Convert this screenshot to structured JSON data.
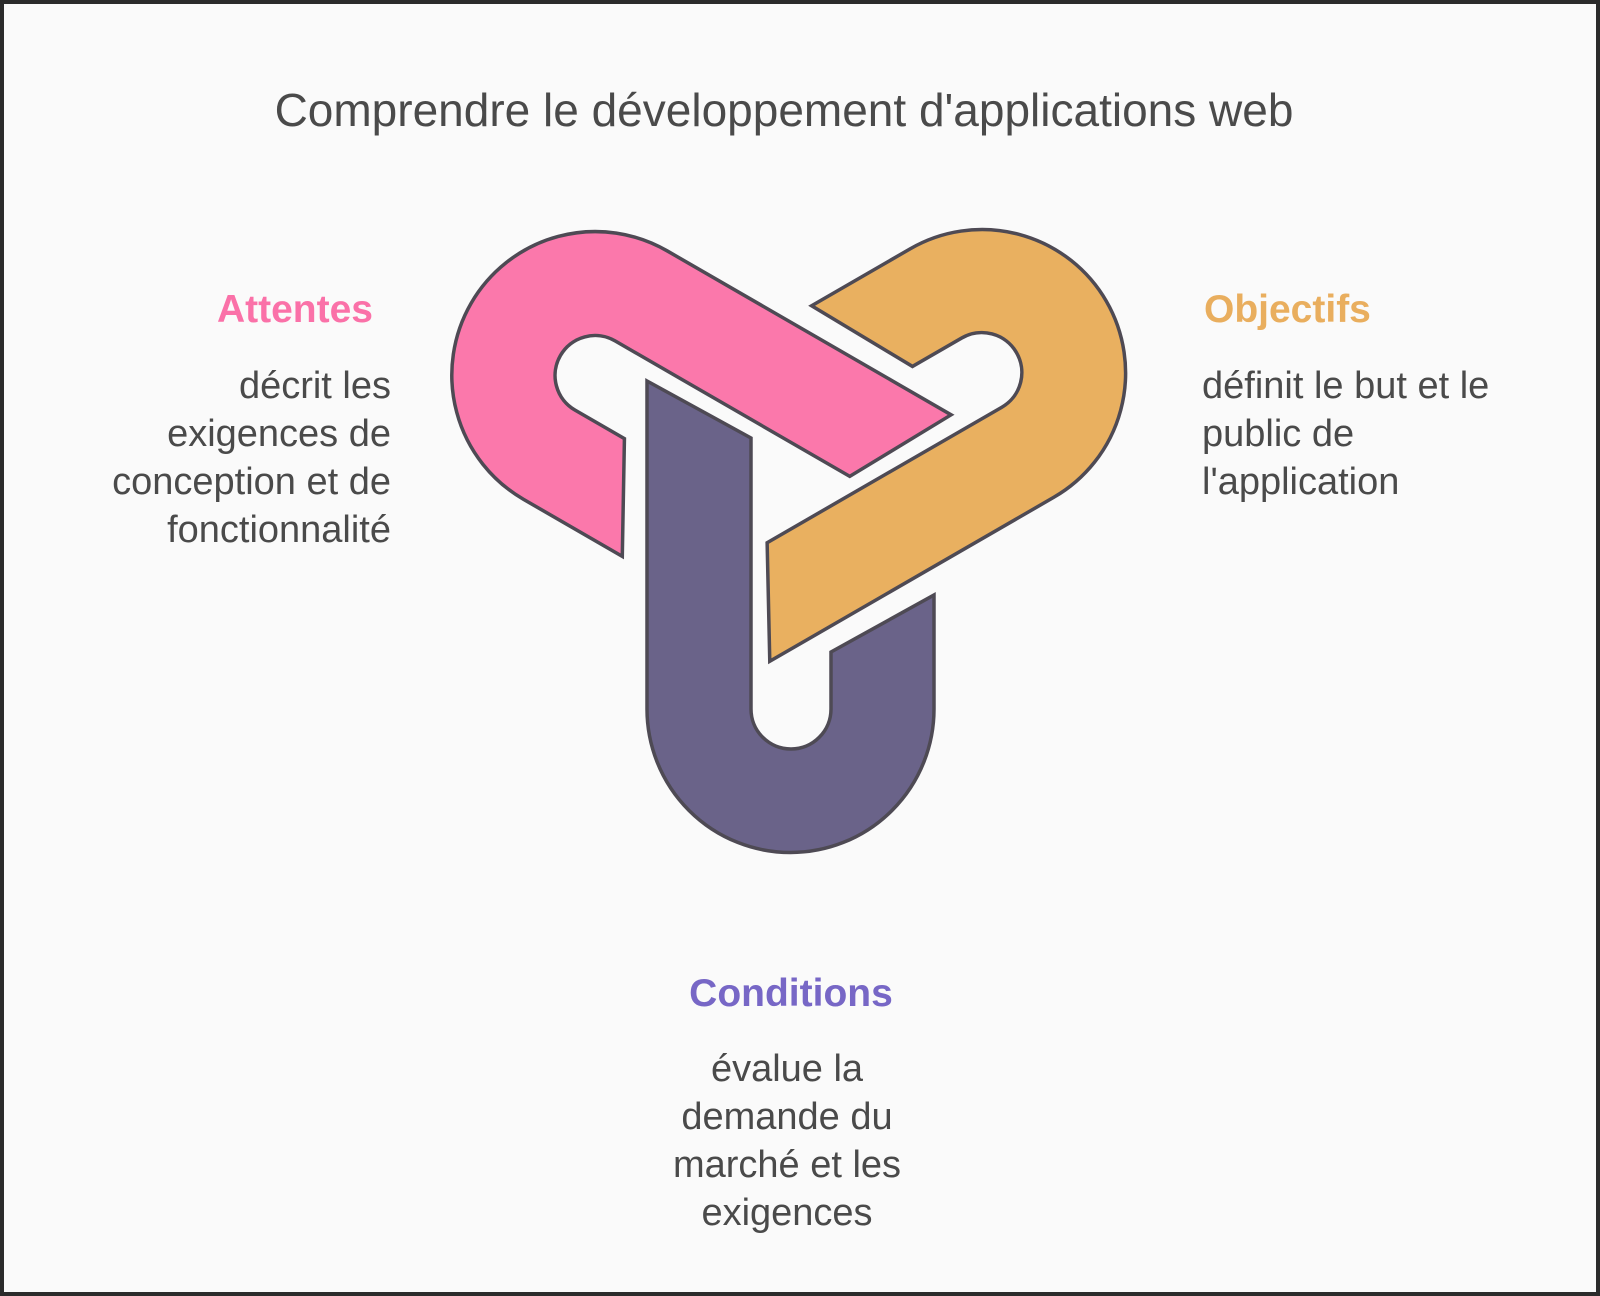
{
  "title": "Comprendre le développement d'applications web",
  "colors": {
    "background": "#fafafa",
    "canvas_border": "#2b2b2b",
    "shape_outline": "#4e4a54",
    "body_text": "#4a4a4a",
    "pink": "#fb78ab",
    "orange": "#e9b060",
    "purple": "#6a6389",
    "pink_label": "#fa71a8",
    "orange_label": "#e9ae5e",
    "purple_label": "#7767c6"
  },
  "blocks": [
    {
      "id": "attentes",
      "label": "Attentes",
      "text": "décrit les exigences de conception et de fonctionnalité",
      "lines": [
        "décrit les",
        "exigences de",
        "conception et de",
        "fonctionnalité"
      ]
    },
    {
      "id": "objectifs",
      "label": "Objectifs",
      "text": "définit le but et le public de l'application",
      "lines": [
        "définit le but et le",
        "public de",
        "l'application"
      ]
    },
    {
      "id": "conditions",
      "label": "Conditions",
      "text": "évalue la demande du marché et les exigences",
      "lines": [
        "évalue la",
        "demande du",
        "marché et les",
        "exigences"
      ]
    }
  ],
  "diagram": {
    "type": "interlocking-tri-loop-knot",
    "loops": [
      {
        "name": "Attentes",
        "position": "top-left",
        "color_ref": "pink"
      },
      {
        "name": "Objectifs",
        "position": "top-right",
        "color_ref": "orange"
      },
      {
        "name": "Conditions",
        "position": "bottom",
        "color_ref": "purple"
      }
    ]
  }
}
